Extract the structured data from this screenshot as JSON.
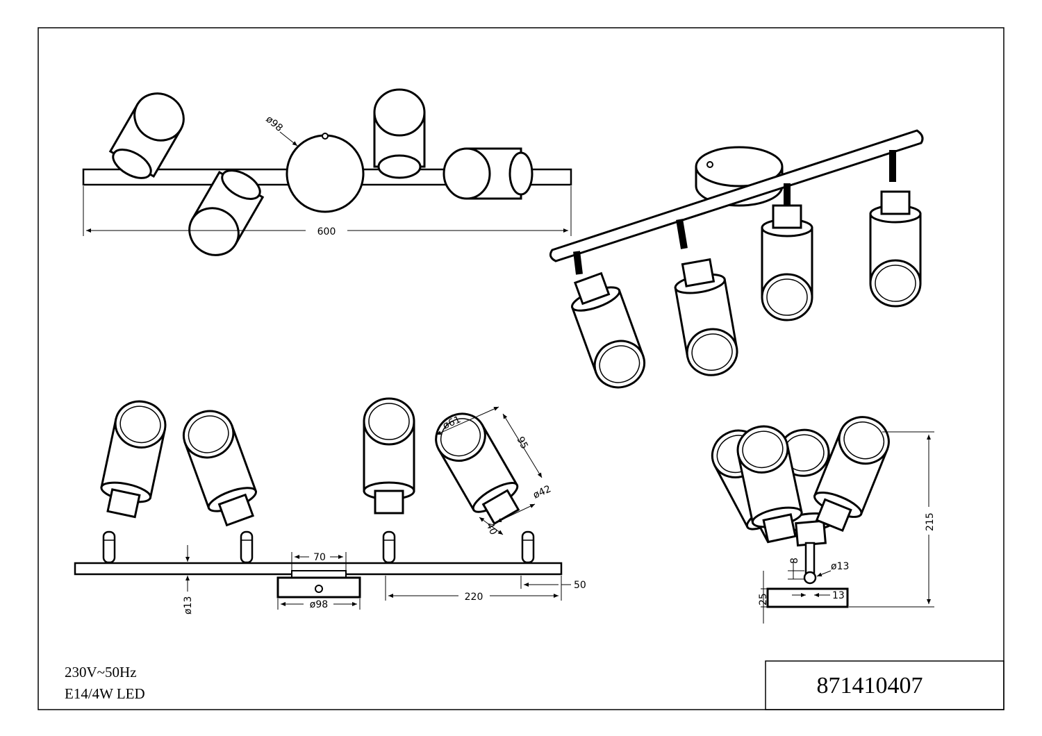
{
  "specs": {
    "voltage": "230V~50Hz",
    "lamp": "E14/4W LED"
  },
  "article_number": "871410407",
  "dimensions": {
    "top_length": "600",
    "top_base_diameter": "ø98",
    "front_head_diameter": "ø61",
    "front_head_length": "95",
    "front_neck_diameter": "ø42",
    "front_neck_length": "40",
    "front_bar_diameter": "ø13",
    "front_plate_width": "70",
    "front_base_diameter": "ø98",
    "front_spacing": "220",
    "front_end_offset": "50",
    "side_height": "215",
    "side_joint_height": "8",
    "side_joint_diameter": "ø13",
    "side_base_height": "25",
    "side_base_offset": "13"
  },
  "colors": {
    "line": "#000000",
    "background": "#ffffff"
  }
}
